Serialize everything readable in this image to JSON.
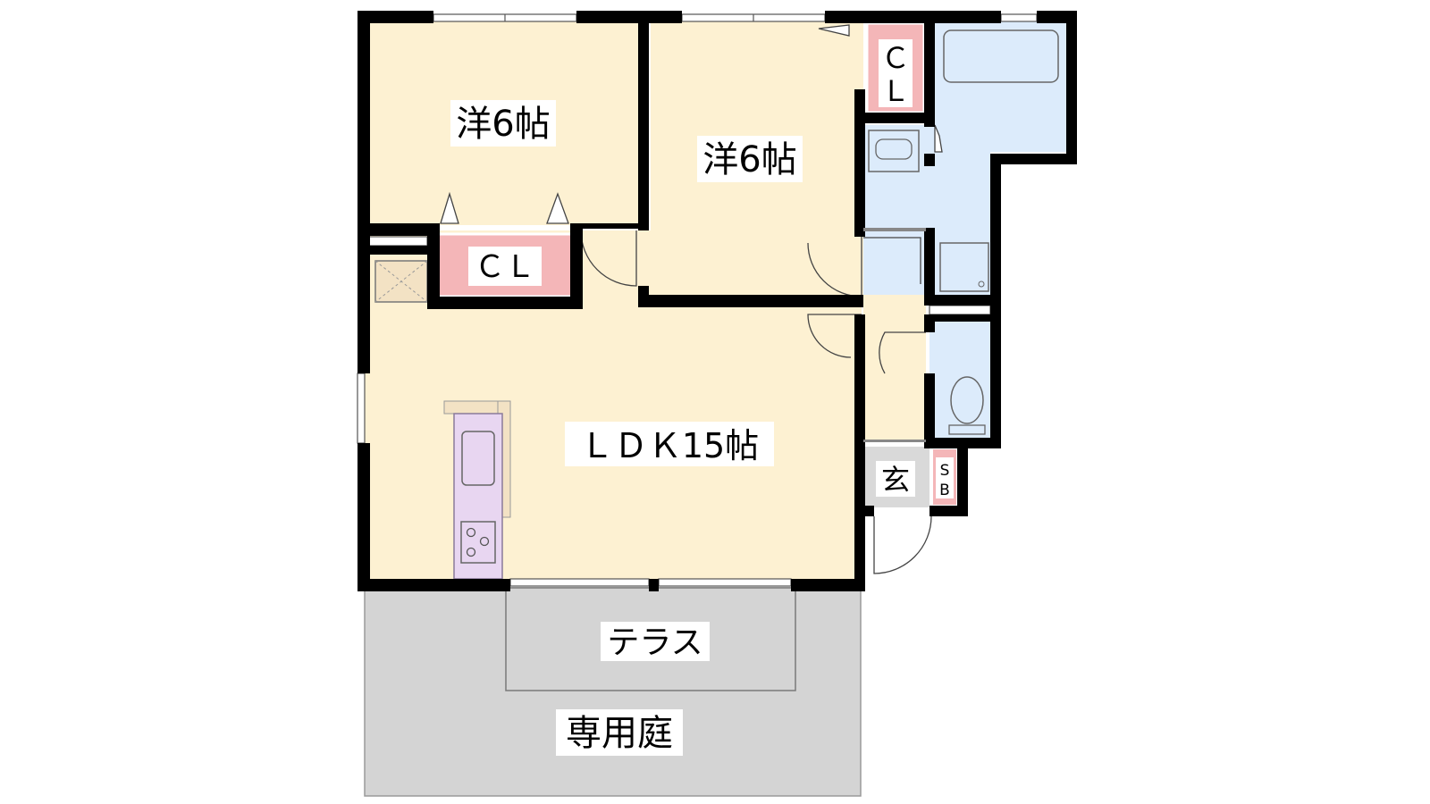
{
  "rooms": {
    "western_room_1": "洋6帖",
    "western_room_2": "洋6帖",
    "closet_1": "ＣＬ",
    "closet_2_line1": "Ｃ",
    "closet_2_line2": "Ｌ",
    "ldk": "ＬＤＫ15帖",
    "entrance": "玄",
    "shoe_box_line1": "S",
    "shoe_box_line2": "B",
    "terrace": "テラス",
    "private_garden": "専用庭"
  },
  "colors": {
    "floor": "#fdf1d2",
    "water_area": "#dcebfb",
    "closet": "#f4b6b8",
    "kitchen": "#e8d6f1",
    "counter": "#f3e2c4",
    "garden": "#d4d4d4",
    "entrance": "#d9d9d9",
    "wall": "#000000"
  }
}
